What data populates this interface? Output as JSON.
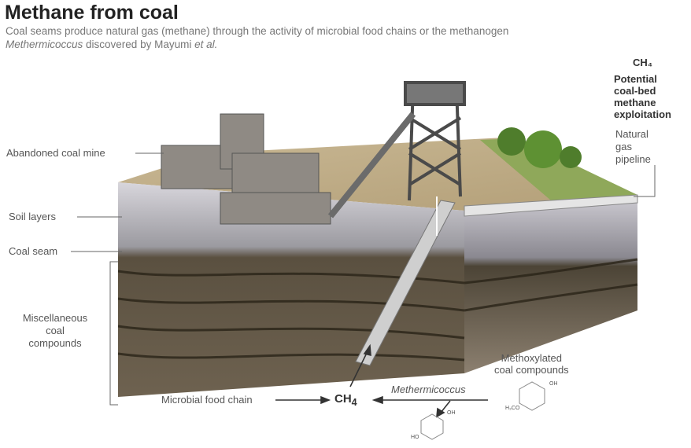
{
  "header": {
    "title": "Methane from coal",
    "subtitle_pre": "Coal seams produce natural gas (methane) through the activity of microbial food chains or the methanogen ",
    "subtitle_italic": "Methermicoccus",
    "subtitle_mid": " discovered by Mayumi ",
    "subtitle_etal": "et al."
  },
  "labels": {
    "mine": "Abandoned coal mine",
    "soil": "Soil layers",
    "seam": "Coal seam",
    "misc_1": "Miscellaneous",
    "misc_2": "coal",
    "misc_3": "compounds",
    "microbial": "Microbial food chain",
    "ch4_bottom": "CH",
    "ch4_bottom_sub": "4",
    "methermicoccus": "Methermicoccus",
    "methoxylated_1": "Methoxylated",
    "methoxylated_2": "coal compounds",
    "ch4_top": "CH₄",
    "potential_1": "Potential",
    "potential_2": "coal-bed",
    "potential_3": "methane",
    "potential_4": "exploitation",
    "pipeline_1": "Natural",
    "pipeline_2": "gas",
    "pipeline_3": "pipeline",
    "oh": "OH",
    "h3co": "H₃CO",
    "ho": "HO"
  }
}
